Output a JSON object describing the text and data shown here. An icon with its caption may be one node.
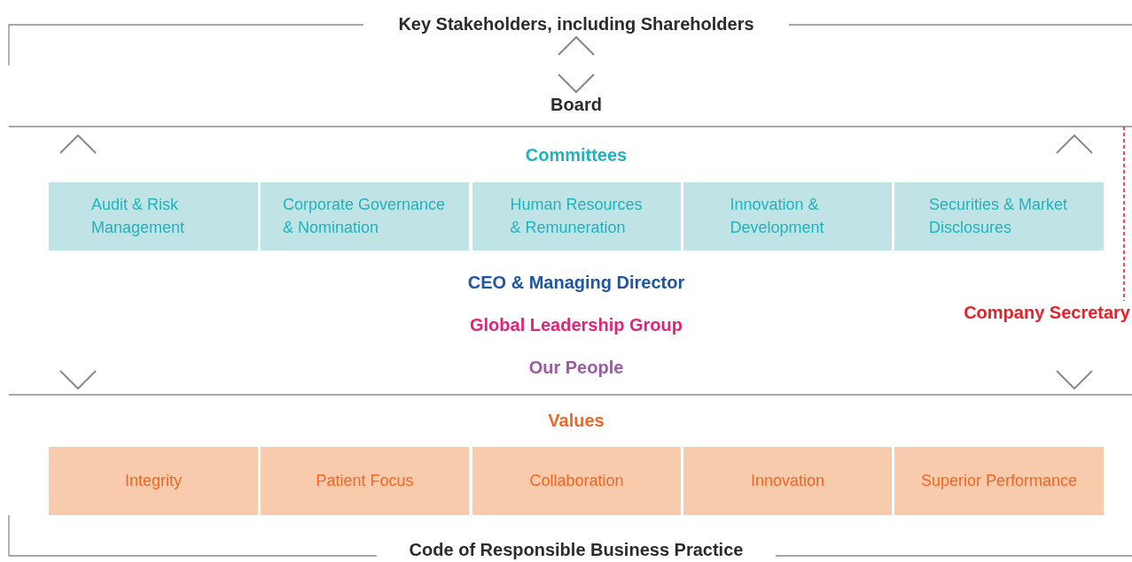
{
  "diagram": {
    "nodes": [
      {
        "text": [
          "Key Stakeholders, including Shareholders"
        ]
      },
      {
        "text": [
          "Board"
        ]
      },
      {
        "text": [
          "Committees"
        ]
      },
      {
        "text": [
          "Audit & Risk Management"
        ]
      },
      {
        "text": [
          "Corporate Governance & Nomination"
        ]
      },
      {
        "text": [
          "Human Resources & Remuneration"
        ]
      },
      {
        "text": [
          "Innovation & Development"
        ]
      },
      {
        "text": [
          "Securities & Market Disclosures"
        ]
      },
      {
        "text": [
          "CEO & Managing Director"
        ]
      },
      {
        "text": [
          "Global Leadership Group"
        ]
      },
      {
        "text": [
          "Our People"
        ]
      },
      {
        "text": [
          "Company Secretary"
        ]
      },
      {
        "text": [
          "Values"
        ]
      },
      {
        "text": [
          "Integrity"
        ]
      },
      {
        "text": [
          "Patient Focus"
        ]
      },
      {
        "text": [
          "Collaboration"
        ]
      },
      {
        "text": [
          "Innovation"
        ]
      },
      {
        "text": [
          "Superior Performance"
        ]
      },
      {
        "text": [
          "Code of Responsible Business Practice"
        ]
      }
    ],
    "edges": [
      {
        "from": 0,
        "to": 1,
        "arrow": "both"
      },
      {
        "from": null,
        "to": 11,
        "arrow": "none",
        "style": "dashed",
        "color": "#e8202a"
      }
    ]
  }
}
